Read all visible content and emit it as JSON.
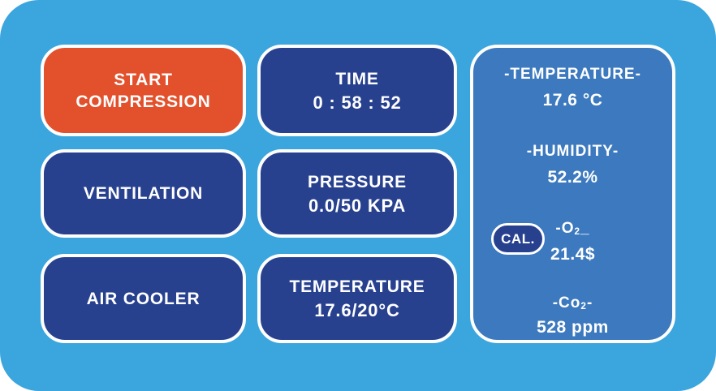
{
  "colors": {
    "canvas_blue": "#3BA5DE",
    "navy": "#28418F",
    "sensor_panel_blue": "#3C79BE",
    "accent_orange": "#E2502C",
    "text_white": "#FFFFFF"
  },
  "controls": {
    "start_compression": "START COMPRESSION",
    "ventilation": "VENTILATION",
    "air_cooler": "AIR COOLER"
  },
  "displays": {
    "time": {
      "label": "TIME",
      "value": "0 : 58 : 52"
    },
    "pressure": {
      "label": "PRESSURE",
      "value": "0.0/50 KPA"
    },
    "temperature": {
      "label": "TEMPERATURE",
      "value": "17.6/20°C"
    }
  },
  "sensors": {
    "temperature": {
      "label": "-TEMPERATURE-",
      "value": "17.6 °C"
    },
    "humidity": {
      "label": "-HUMIDITY-",
      "value": "52.2%"
    },
    "o2": {
      "cal_button": "CAL.",
      "label_prefix": "-O",
      "label_sub": "2",
      "label_suffix": "_",
      "value": "21.4$"
    },
    "co2": {
      "label_prefix": "-Co",
      "label_sub": "2",
      "label_suffix": "-",
      "value": "528 ppm"
    }
  }
}
